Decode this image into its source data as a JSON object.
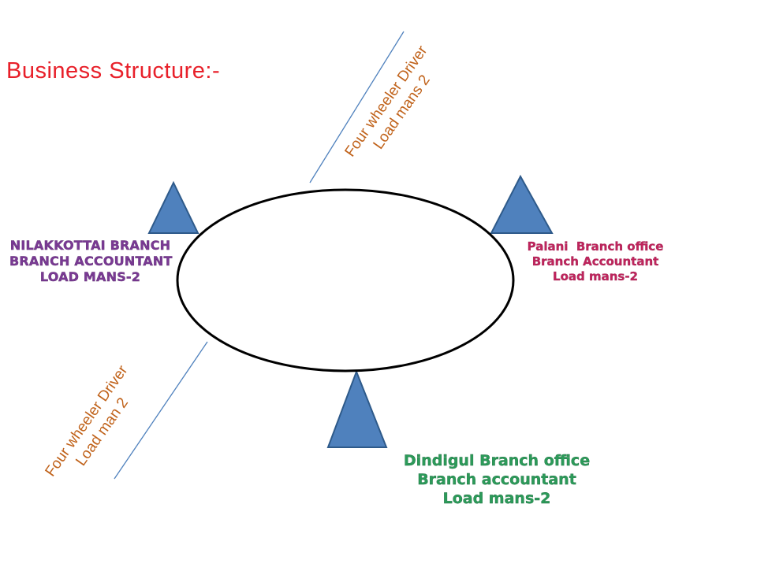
{
  "slide": {
    "title": "Business  Structure:-",
    "branches": {
      "nilakottai": [
        "Nilakkottai branch",
        "Branch accountant",
        "Load mans-2"
      ],
      "palani": [
        "Palani  Branch office",
        "Branch Accountant",
        "Load mans-2"
      ],
      "dindigul": [
        "Dindigul Branch office",
        "Branch accountant",
        "Load mans-2"
      ]
    },
    "connectors": {
      "top_right": [
        "Four wheeler Driver",
        "Load mans 2"
      ],
      "bottom_left": [
        "Four wheeler Driver",
        "Load man 2"
      ]
    }
  },
  "colors": {
    "title": "#e8202a",
    "triangle_fill": "#4f81bd",
    "triangle_stroke": "#2e5a8a",
    "line": "#4f81bd",
    "nilakottai_text": "#7a3a94",
    "palani_text": "#c0245d",
    "dindigul_text": "#2c9b5a",
    "connector_text": "#c0621a"
  }
}
